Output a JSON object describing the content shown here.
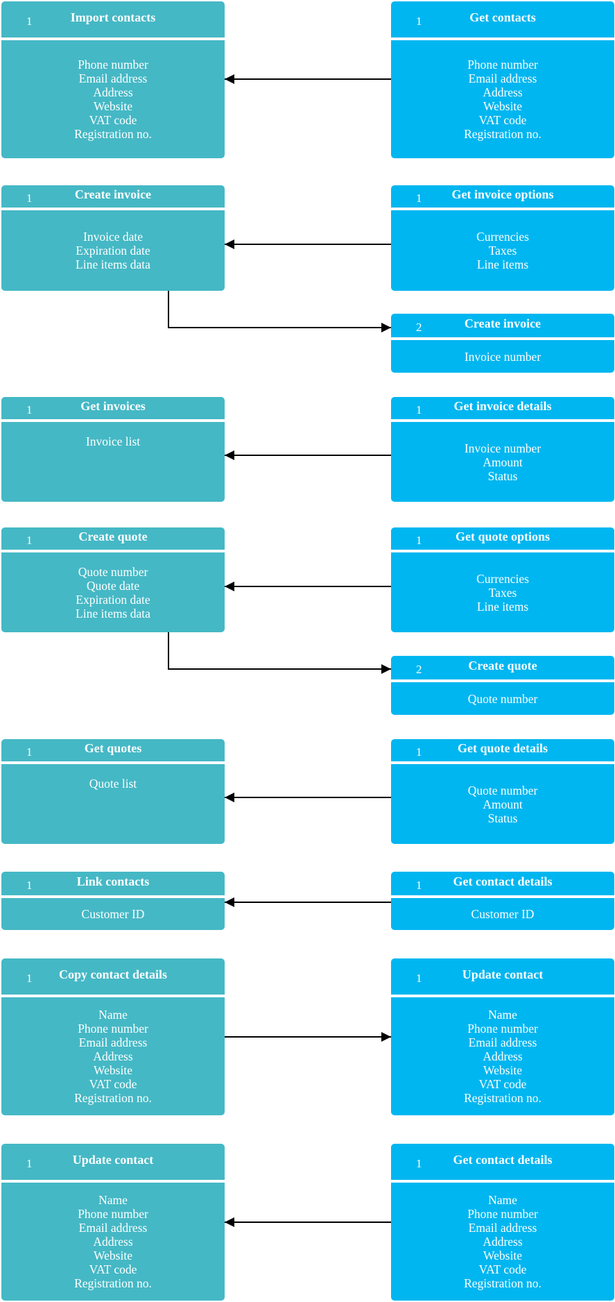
{
  "cards": [
    {
      "id": "import-contacts",
      "num": "1",
      "title": "Import contacts",
      "lines": [
        "Phone number",
        "Email address",
        "Address",
        "Website",
        "VAT code",
        "Registration no."
      ]
    },
    {
      "id": "get-contacts",
      "num": "1",
      "title": "Get contacts",
      "lines": [
        "Phone number",
        "Email address",
        "Address",
        "Website",
        "VAT code",
        "Registration no."
      ]
    },
    {
      "id": "create-invoice-1",
      "num": "1",
      "title": "Create invoice",
      "lines": [
        "Invoice date",
        "Expiration date",
        "Line items data"
      ]
    },
    {
      "id": "get-invoice-options",
      "num": "1",
      "title": "Get invoice options",
      "lines": [
        "Currencies",
        "Taxes",
        "Line items"
      ]
    },
    {
      "id": "create-invoice-2",
      "num": "2",
      "title": "Create invoice",
      "lines": [
        "Invoice number"
      ]
    },
    {
      "id": "get-invoices",
      "num": "1",
      "title": "Get invoices",
      "lines": [
        "Invoice list"
      ]
    },
    {
      "id": "get-invoice-details",
      "num": "1",
      "title": "Get invoice details",
      "lines": [
        "Invoice number",
        "Amount",
        "Status"
      ]
    },
    {
      "id": "create-quote-1",
      "num": "1",
      "title": "Create quote",
      "lines": [
        "Quote number",
        "Quote date",
        "Expiration date",
        "Line items data"
      ]
    },
    {
      "id": "get-quote-options",
      "num": "1",
      "title": "Get quote options",
      "lines": [
        "Currencies",
        "Taxes",
        "Line items"
      ]
    },
    {
      "id": "create-quote-2",
      "num": "2",
      "title": "Create quote",
      "lines": [
        "Quote number"
      ]
    },
    {
      "id": "get-quotes",
      "num": "1",
      "title": "Get quotes",
      "lines": [
        "Quote list"
      ]
    },
    {
      "id": "get-quote-details",
      "num": "1",
      "title": "Get quote details",
      "lines": [
        "Quote number",
        "Amount",
        "Status"
      ]
    },
    {
      "id": "link-contacts",
      "num": "1",
      "title": "Link contacts",
      "lines": [
        "Customer ID"
      ]
    },
    {
      "id": "get-contact-details-1",
      "num": "1",
      "title": "Get contact details",
      "lines": [
        "Customer ID"
      ]
    },
    {
      "id": "copy-contact-details",
      "num": "1",
      "title": "Copy contact details",
      "lines": [
        "Name",
        "Phone number",
        "Email address",
        "Address",
        "Website",
        "VAT code",
        "Registration no."
      ]
    },
    {
      "id": "update-contact-1",
      "num": "1",
      "title": "Update contact",
      "lines": [
        "Name",
        "Phone number",
        "Email address",
        "Address",
        "Website",
        "VAT code",
        "Registration no."
      ]
    },
    {
      "id": "update-contact-2",
      "num": "1",
      "title": "Update contact",
      "lines": [
        "Name",
        "Phone number",
        "Email address",
        "Address",
        "Website",
        "VAT code",
        "Registration no."
      ]
    },
    {
      "id": "get-contact-details-2",
      "num": "1",
      "title": "Get contact details",
      "lines": [
        "Name",
        "Phone number",
        "Email address",
        "Address",
        "Website",
        "VAT code",
        "Registration no."
      ]
    }
  ],
  "colors": {
    "teal": "#45b8c5",
    "blue": "#00b6f0",
    "arrow": "#000000"
  }
}
